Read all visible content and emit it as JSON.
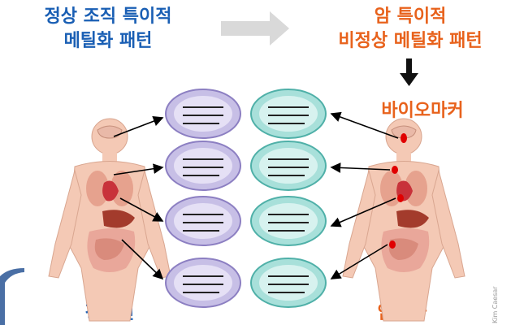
{
  "labels": {
    "normal_pattern": [
      "정상 조직 특이적",
      "메틸화 패턴"
    ],
    "cancer_pattern": [
      "암 특이적",
      "비정상 메틸화 패턴"
    ],
    "biomarker": "바이오마커",
    "normal_person": "정상인",
    "cancer_patient": "암환자",
    "credit": "Kim Caesar"
  },
  "colors": {
    "normal_text": "#1a5fb4",
    "cancer_text": "#e8621c",
    "normal_cell": "#c7bfe6",
    "cancer_cell": "#a8e0da",
    "arrow_gray": "#d9d9d9",
    "tumor_red": "#e00000",
    "skin": "#f4c9b5"
  },
  "icons": [
    "right-arrow-gray",
    "down-arrow-black"
  ]
}
